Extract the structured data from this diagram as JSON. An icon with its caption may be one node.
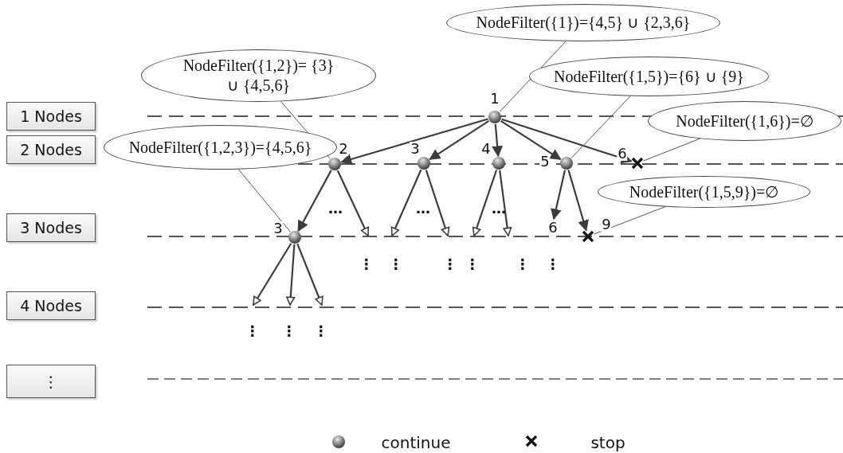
{
  "diagram": {
    "nodes": [
      {
        "text": [
          "1 Nodes"
        ]
      },
      {
        "text": [
          "2 Nodes"
        ]
      },
      {
        "text": [
          "3 Nodes"
        ]
      },
      {
        "text": [
          "4 Nodes"
        ]
      },
      {
        "text": [
          "⋮"
        ]
      },
      {
        "text": [
          "NodeFilter({1})={4,5} ∪ {2,3,6}"
        ]
      },
      {
        "text": [
          "NodeFilter({1,2})= {3} ∪ {4,5,6}"
        ]
      },
      {
        "text": [
          "NodeFilter({1,5})={6} ∪ {9}"
        ]
      },
      {
        "text": [
          "NodeFilter({1,6})=∅"
        ]
      },
      {
        "text": [
          "NodeFilter({1,2,3})={4,5,6}"
        ]
      },
      {
        "text": [
          "NodeFilter({1,5,9})=∅"
        ]
      },
      {
        "text": [],
        "shape": "circle",
        "beside": [
          "1"
        ]
      },
      {
        "text": [],
        "shape": "circle",
        "beside": [
          "2"
        ]
      },
      {
        "text": [],
        "shape": "circle",
        "beside": [
          "3"
        ]
      },
      {
        "text": [],
        "shape": "circle",
        "beside": [
          "4"
        ]
      },
      {
        "text": [],
        "shape": "circle",
        "beside": [
          "5"
        ]
      },
      {
        "text": [],
        "shape": "cross",
        "beside": [
          "6"
        ]
      },
      {
        "text": [],
        "shape": "circle",
        "beside": [
          "3"
        ]
      },
      {
        "text": [],
        "shape": "cross",
        "beside": [
          "9"
        ]
      },
      {
        "text": [
          "6"
        ]
      }
    ],
    "edges": [
      {
        "from": 11,
        "to": 12,
        "arrow": "to"
      },
      {
        "from": 11,
        "to": 13,
        "arrow": "to"
      },
      {
        "from": 11,
        "to": 14,
        "arrow": "to"
      },
      {
        "from": 11,
        "to": 15,
        "arrow": "to"
      },
      {
        "from": 11,
        "to": 16,
        "arrow": "to"
      },
      {
        "from": 12,
        "to": 17,
        "arrow": "to"
      },
      {
        "from": 12,
        "to": null,
        "arrow": "to"
      },
      {
        "from": 13,
        "to": null,
        "arrow": "to"
      },
      {
        "from": 13,
        "to": null,
        "arrow": "to"
      },
      {
        "from": 14,
        "to": null,
        "arrow": "to"
      },
      {
        "from": 14,
        "to": null,
        "arrow": "to"
      },
      {
        "from": 15,
        "to": 19,
        "arrow": "to"
      },
      {
        "from": 15,
        "to": 18,
        "arrow": "to"
      },
      {
        "from": 17,
        "to": null,
        "arrow": "to"
      },
      {
        "from": 17,
        "to": null,
        "arrow": "to"
      },
      {
        "from": 17,
        "to": null,
        "arrow": "to"
      },
      {
        "from": 5,
        "to": 11,
        "arrow": "none"
      },
      {
        "from": 6,
        "to": 12,
        "arrow": "none"
      },
      {
        "from": 7,
        "to": 15,
        "arrow": "none"
      },
      {
        "from": 8,
        "to": 16,
        "arrow": "none"
      },
      {
        "from": 9,
        "to": 17,
        "arrow": "none"
      },
      {
        "from": 10,
        "to": 18,
        "arrow": "none"
      }
    ],
    "labels": [
      "…",
      "…",
      "…",
      "⋮",
      "⋮",
      "⋮",
      "⋮",
      "⋮",
      "⋮",
      "⋮",
      "⋮",
      "⋮"
    ],
    "legend": [
      {
        "text": "continue"
      },
      {
        "text": "stop"
      }
    ]
  }
}
